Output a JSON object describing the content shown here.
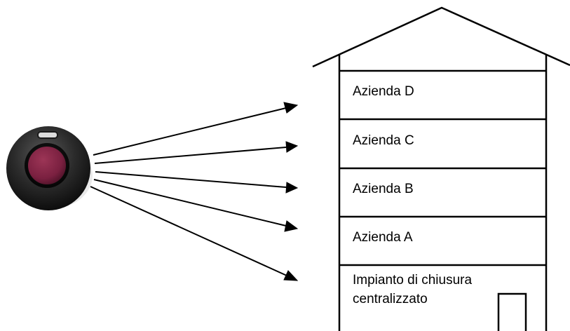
{
  "building": {
    "floors": [
      {
        "label": "Azienda D"
      },
      {
        "label": "Azienda C"
      },
      {
        "label": "Azienda B"
      },
      {
        "label": "Azienda A"
      }
    ],
    "ground_floor": {
      "line1": "Impianto di chiusura",
      "line2": "centralizzato"
    }
  },
  "remote": {
    "icon": "key-fob-remote-icon",
    "button_color": "#8a2a47",
    "body_color": "#2a2a2a"
  },
  "arrows": {
    "count": 5,
    "color": "#000000"
  }
}
